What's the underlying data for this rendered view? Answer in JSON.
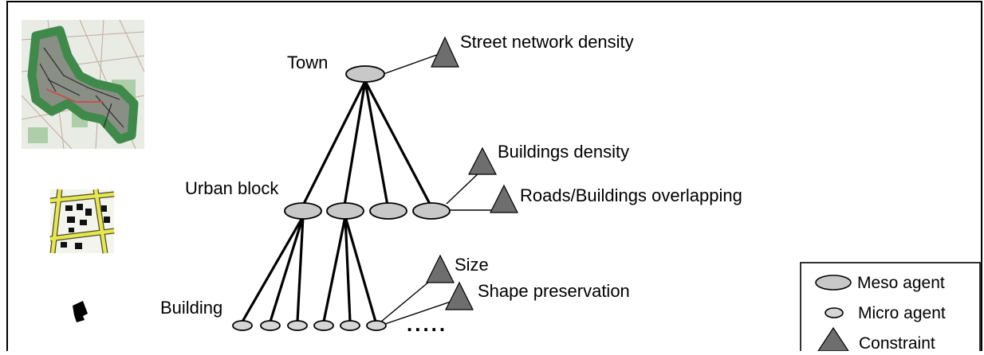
{
  "levels": {
    "town": "Town",
    "urban_block": "Urban block",
    "building": "Building"
  },
  "constraints": {
    "street_network_density": "Street network density",
    "buildings_density": "Buildings density",
    "roads_buildings_overlapping": "Roads/Buildings overlapping",
    "size": "Size",
    "shape_preservation": "Shape preservation"
  },
  "ellipsis": ".....",
  "legend": {
    "meso_agent": "Meso agent",
    "micro_agent": "Micro agent",
    "constraint": "Constraint"
  },
  "colors": {
    "agent_fill": "#c8c8c8",
    "constraint_fill": "#6e6e6e",
    "map_green": "#3f8a4a",
    "road_yellow": "#e6e64e"
  }
}
